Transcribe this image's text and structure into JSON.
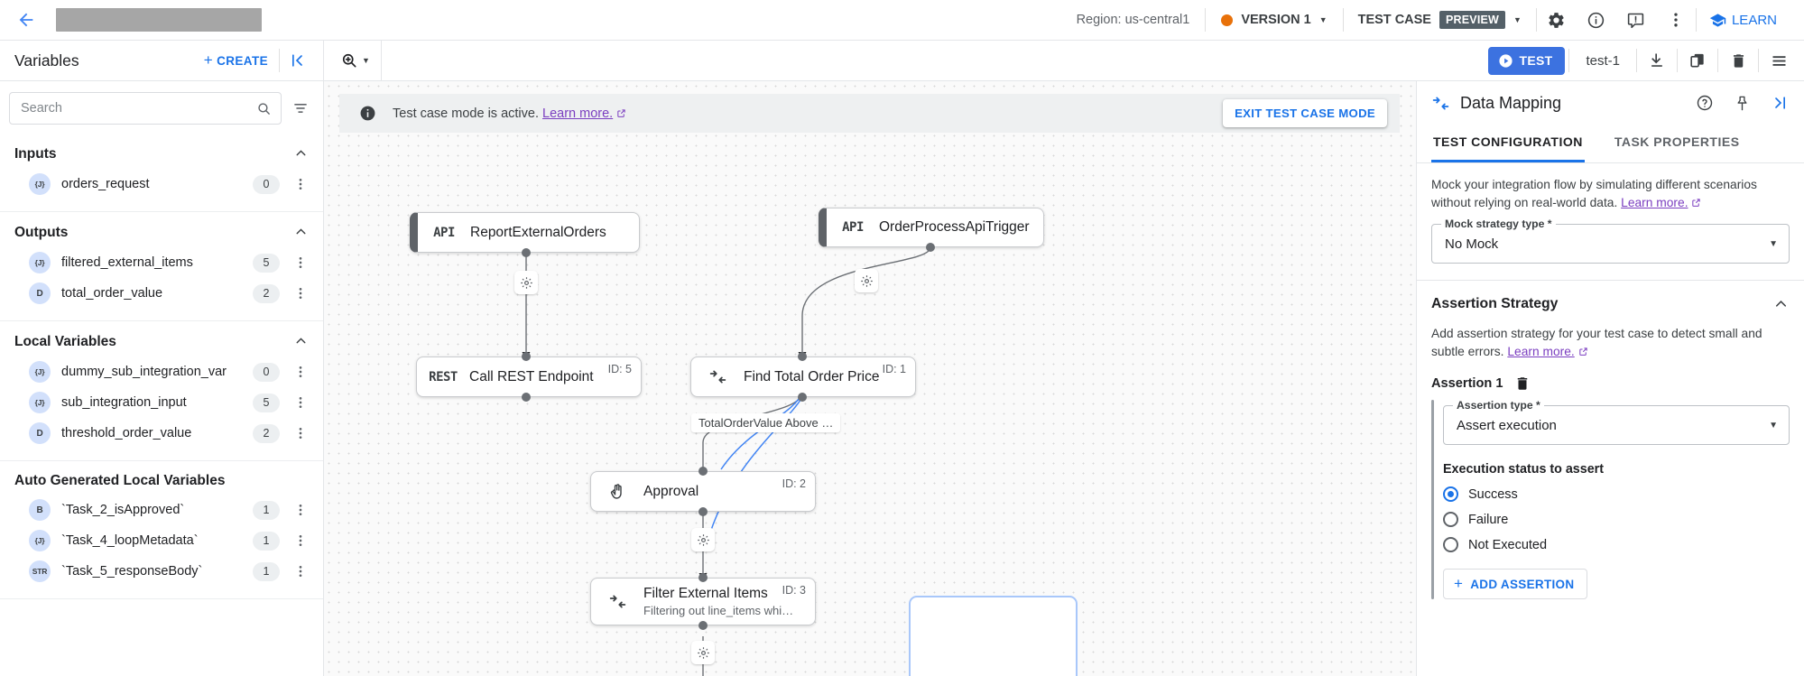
{
  "topbar": {
    "back_icon": "back-arrow-icon",
    "title_redacted": "",
    "region": "Region: us-central1",
    "version_label": "VERSION 1",
    "testcase_label": "TEST CASE",
    "preview_badge": "PREVIEW",
    "learn_label": "LEARN",
    "icons": [
      "gear-icon",
      "info-icon",
      "feedback-icon",
      "more-vert-icon"
    ]
  },
  "subbar": {
    "variables_title": "Variables",
    "create_label": "CREATE",
    "create_plus": "+",
    "collapse_icon": "collapse-panel-icon",
    "zoom_icon": "zoom-in-icon",
    "test_label": "TEST",
    "test_name": "test-1",
    "toolbar_icons": [
      "download-icon",
      "copy-icon",
      "delete-icon",
      "menu-icon"
    ]
  },
  "sidebar": {
    "search": {
      "value": "",
      "placeholder": "Search"
    },
    "sections": [
      {
        "title": "Inputs",
        "expanded": true,
        "items": [
          {
            "type": "{J}",
            "name": "orders_request",
            "count": "0"
          }
        ]
      },
      {
        "title": "Outputs",
        "expanded": true,
        "items": [
          {
            "type": "{J}",
            "name": "filtered_external_items",
            "count": "5"
          },
          {
            "type": "D",
            "name": "total_order_value",
            "count": "2"
          }
        ]
      },
      {
        "title": "Local Variables",
        "expanded": true,
        "items": [
          {
            "type": "{J}",
            "name": "dummy_sub_integration_var",
            "count": "0"
          },
          {
            "type": "{J}",
            "name": "sub_integration_input",
            "count": "5"
          },
          {
            "type": "D",
            "name": "threshold_order_value",
            "count": "2"
          }
        ]
      },
      {
        "title": "Auto Generated Local Variables",
        "expanded": true,
        "items": [
          {
            "type": "B",
            "name": "`Task_2_isApproved`",
            "count": "1"
          },
          {
            "type": "{J}",
            "name": "`Task_4_loopMetadata`",
            "count": "1"
          },
          {
            "type": "STR",
            "name": "`Task_5_responseBody`",
            "count": "1"
          }
        ]
      }
    ]
  },
  "canvas": {
    "banner_text": "Test case mode is active.",
    "banner_link": "Learn more.",
    "exit_button": "EXIT TEST CASE MODE",
    "nodes": [
      {
        "icon": "API",
        "title": "ReportExternalOrders",
        "sub": "",
        "id": ""
      },
      {
        "icon": "API",
        "title": "OrderProcessApiTrigger",
        "sub": "",
        "id": ""
      },
      {
        "icon": "REST",
        "title": "Call REST Endpoint",
        "sub": "",
        "id": "ID: 5"
      },
      {
        "icon": "mapping",
        "title": "Find Total Order Price",
        "sub": "",
        "id": "ID: 1"
      },
      {
        "icon": "approval",
        "title": "Approval",
        "sub": "",
        "id": "ID: 2"
      },
      {
        "icon": "mapping",
        "title": "Filter External Items",
        "sub": "Filtering out line_items whi…",
        "id": "ID: 3"
      }
    ],
    "edge_label": "TotalOrderValue Above …"
  },
  "rightpanel": {
    "title": "Data Mapping",
    "head_icons": [
      "help-icon",
      "pin-icon",
      "collapse-right-icon"
    ],
    "tabs": [
      {
        "label": "TEST CONFIGURATION",
        "active": true
      },
      {
        "label": "TASK PROPERTIES",
        "active": false
      }
    ],
    "mock_desc": "Mock your integration flow by simulating different scenarios without relying on real-world data.",
    "mock_link": "Learn more.",
    "mock_field_label": "Mock strategy type *",
    "mock_field_value": "No Mock",
    "assertion_section_title": "Assertion Strategy",
    "assertion_desc": "Add assertion strategy for your test case to detect small and subtle errors.",
    "assertion_link": "Learn more.",
    "assertion_item_label": "Assertion 1",
    "assertion_type_label": "Assertion type *",
    "assertion_type_value": "Assert execution",
    "exec_status_label": "Execution status to assert",
    "radios": [
      {
        "label": "Success",
        "selected": true
      },
      {
        "label": "Failure",
        "selected": false
      },
      {
        "label": "Not Executed",
        "selected": false
      }
    ],
    "add_assertion_label": "ADD ASSERTION",
    "add_assertion_plus": "+"
  },
  "colors": {
    "accent_blue": "#1a73e8",
    "test_button": "#3c72e0",
    "version_dot": "#e8710a",
    "preview_badge_bg": "#546068",
    "link_purple": "#7b3ec0"
  }
}
